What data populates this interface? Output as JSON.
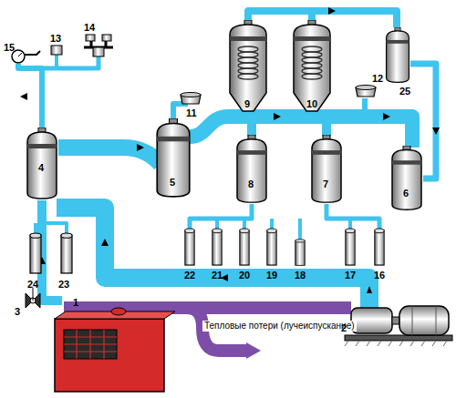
{
  "diagram": {
    "labels": [
      "15",
      "13",
      "14",
      "25",
      "11",
      "9",
      "10",
      "12",
      "4",
      "5",
      "8",
      "7",
      "6",
      "22",
      "21",
      "20",
      "19",
      "18",
      "17",
      "16",
      "24",
      "23",
      "3",
      "1",
      "Тепловые потери (лучеиспускание)",
      "2"
    ]
  }
}
